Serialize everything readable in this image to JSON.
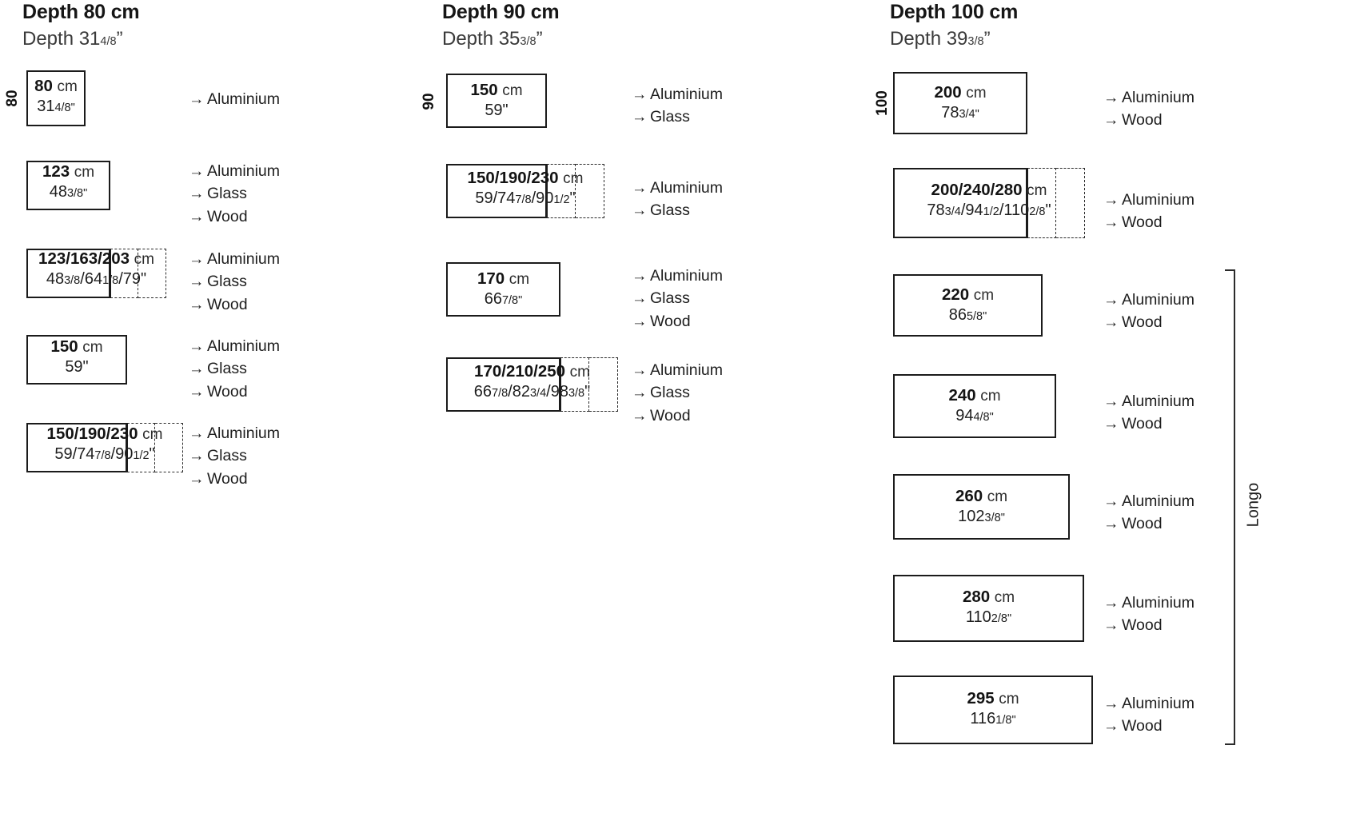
{
  "columns": [
    {
      "id": "depth-80",
      "title": "Depth 80 cm",
      "subtitle": "Depth 31 4/8”",
      "depth_tick": "80",
      "rows": [
        {
          "cm": "80",
          "unit": "cm",
          "inches": "31 4/8\"",
          "inches_main": "31",
          "inches_frac": "4/8\"",
          "materials": [
            "Aluminium"
          ]
        },
        {
          "cm": "123",
          "unit": "cm",
          "inches": "48 3/8\"",
          "inches_main": "48",
          "inches_frac": "3/8\"",
          "materials": [
            "Aluminium",
            "Glass",
            "Wood"
          ]
        },
        {
          "cm": "123/163/203",
          "unit": "cm",
          "inches": "48 3/8 / 64 1/8 / 79\"",
          "inches_parts": [
            {
              "main": "48",
              "frac": "3/8"
            },
            {
              "main": "/64",
              "frac": "1/8"
            },
            {
              "main": "/79\"",
              "frac": ""
            }
          ],
          "extendable": true,
          "materials": [
            "Aluminium",
            "Glass",
            "Wood"
          ]
        },
        {
          "cm": "150",
          "unit": "cm",
          "inches": "59\"",
          "inches_main": "59\"",
          "inches_frac": "",
          "materials": [
            "Aluminium",
            "Glass",
            "Wood"
          ]
        },
        {
          "cm": "150/190/230",
          "unit": "cm",
          "inches": "59 / 74 7/8 / 90 1/2\"",
          "inches_parts": [
            {
              "main": "59/74",
              "frac": "7/8"
            },
            {
              "main": "/90",
              "frac": "1/2\""
            }
          ],
          "extendable": true,
          "materials": [
            "Aluminium",
            "Glass",
            "Wood"
          ]
        }
      ]
    },
    {
      "id": "depth-90",
      "title": "Depth 90 cm",
      "subtitle": "Depth 35 3/8”",
      "depth_tick": "90",
      "rows": [
        {
          "cm": "150",
          "unit": "cm",
          "inches": "59\"",
          "inches_main": "59\"",
          "inches_frac": "",
          "materials": [
            "Aluminium",
            "Glass"
          ]
        },
        {
          "cm": "150/190/230",
          "unit": "cm",
          "inches": "59 / 74 7/8 / 90 1/2\"",
          "inches_parts": [
            {
              "main": "59/74",
              "frac": "7/8"
            },
            {
              "main": "/90",
              "frac": "1/2\""
            }
          ],
          "extendable": true,
          "materials": [
            "Aluminium",
            "Glass"
          ]
        },
        {
          "cm": "170",
          "unit": "cm",
          "inches": "66 7/8\"",
          "inches_main": "66",
          "inches_frac": "7/8\"",
          "materials": [
            "Aluminium",
            "Glass",
            "Wood"
          ]
        },
        {
          "cm": "170/210/250",
          "unit": "cm",
          "inches": "66 7/8 / 82 3/4 / 98 3/8\"",
          "inches_parts": [
            {
              "main": "66",
              "frac": "7/8"
            },
            {
              "main": "/82",
              "frac": "3/4"
            },
            {
              "main": "/98",
              "frac": "3/8\""
            }
          ],
          "extendable": true,
          "materials": [
            "Aluminium",
            "Glass",
            "Wood"
          ]
        }
      ]
    },
    {
      "id": "depth-100",
      "title": "Depth 100 cm",
      "subtitle": "Depth 39 3/8”",
      "depth_tick": "100",
      "rows": [
        {
          "cm": "200",
          "unit": "cm",
          "inches": "78 3/4\"",
          "inches_main": "78",
          "inches_frac": "3/4\"",
          "materials": [
            "Aluminium",
            "Wood"
          ]
        },
        {
          "cm": "200/240/280",
          "unit": "cm",
          "inches": "78 3/4 / 94 1/2 / 110 2/8\"",
          "inches_parts": [
            {
              "main": "78",
              "frac": "3/4"
            },
            {
              "main": "/94",
              "frac": "1/2"
            },
            {
              "main": "/110",
              "frac": "2/8\""
            }
          ],
          "extendable": true,
          "materials": [
            "Aluminium",
            "Wood"
          ]
        },
        {
          "cm": "220",
          "unit": "cm",
          "inches": "86 5/8\"",
          "inches_main": "86",
          "inches_frac": "5/8\"",
          "materials": [
            "Aluminium",
            "Wood"
          ]
        },
        {
          "cm": "240",
          "unit": "cm",
          "inches": "94 4/8\"",
          "inches_main": "94",
          "inches_frac": "4/8\"",
          "materials": [
            "Aluminium",
            "Wood"
          ]
        },
        {
          "cm": "260",
          "unit": "cm",
          "inches": "102 3/8\"",
          "inches_main": "102",
          "inches_frac": "3/8\"",
          "materials": [
            "Aluminium",
            "Wood"
          ]
        },
        {
          "cm": "280",
          "unit": "cm",
          "inches": "110 2/8\"",
          "inches_main": "110",
          "inches_frac": "2/8\"",
          "materials": [
            "Aluminium",
            "Wood"
          ]
        },
        {
          "cm": "295",
          "unit": "cm",
          "inches": "116 1/8\"",
          "inches_main": "116",
          "inches_frac": "1/8\"",
          "materials": [
            "Aluminium",
            "Wood"
          ]
        }
      ]
    }
  ],
  "bracket": {
    "label": "Longo"
  },
  "arrow_glyph": "→",
  "colors": {
    "line": "#1b1b1b",
    "dashed": "#2a2a2a",
    "text": "#1a1a1a"
  }
}
